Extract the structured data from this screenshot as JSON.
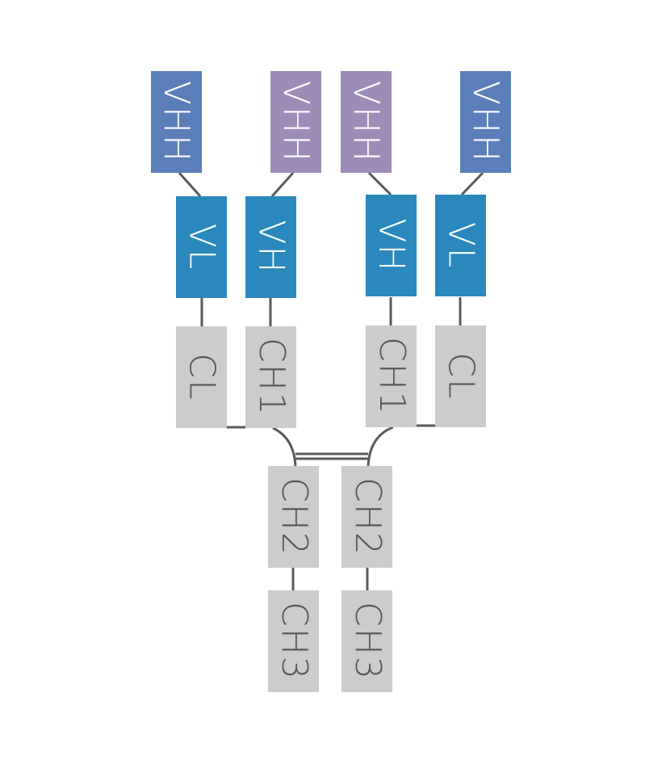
{
  "diagram": {
    "colors": {
      "vhh_blue": "#5b7fb9",
      "vhh_purple": "#9d8cb8",
      "variable_domain": "#2a88bd",
      "constant_domain": "#cccccc",
      "connector": "#5a5a5a"
    },
    "domains": {
      "vhh_1": "VHH",
      "vhh_2": "VHH",
      "vhh_3": "VHH",
      "vhh_4": "VHH",
      "vl_left": "VL",
      "vh_left": "VH",
      "vh_right": "VH",
      "vl_right": "VL",
      "cl_left": "CL",
      "ch1_left": "CH1",
      "ch1_right": "CH1",
      "cl_right": "CL",
      "ch2_left": "CH2",
      "ch2_right": "CH2",
      "ch3_left": "CH3",
      "ch3_right": "CH3"
    }
  }
}
